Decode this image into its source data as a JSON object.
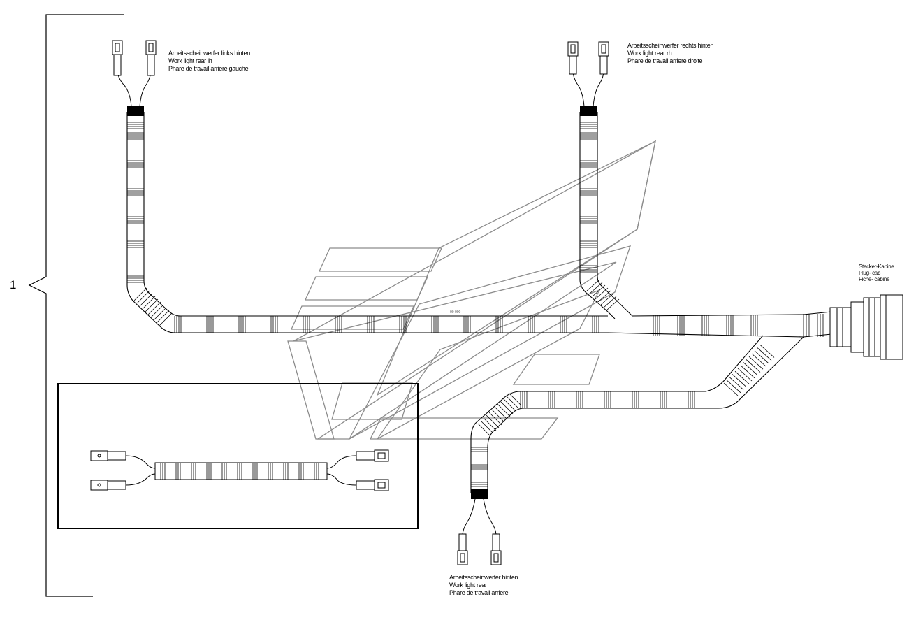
{
  "callout": {
    "number": "1"
  },
  "labels": {
    "left_rear": {
      "lines": [
        "Arbeitsscheinwerfer links hinten",
        "Work light rear lh",
        "Phare de travail arriere gauche"
      ]
    },
    "right_rear": {
      "lines": [
        "Arbeitsscheinwerfer rechts hinten",
        "Work light rear rh",
        "Phare de travail arriere droite"
      ]
    },
    "rear_center": {
      "lines": [
        "Arbeitsscheinwerfer hinten",
        "Work light rear",
        "Phare de travail arriere"
      ]
    },
    "plug_cab": {
      "lines": [
        "Stecker-Kabine",
        "Plug- cab",
        "Fiche- cabine"
      ]
    }
  },
  "watermark": {
    "stamp": "00 000"
  },
  "colors": {
    "line": "#000000",
    "watermark": "#8c8c8c",
    "background": "#ffffff"
  }
}
